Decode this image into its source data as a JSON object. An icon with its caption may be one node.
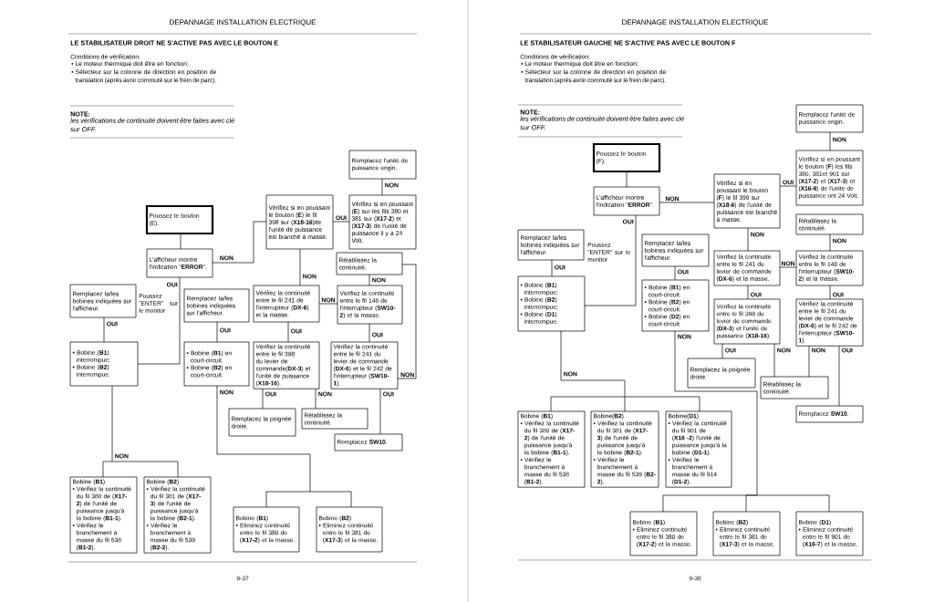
{
  "diagram": {
    "nodes": [
      {
        "text": [
          "Remplacez l'unité de puissance engin."
        ]
      },
      {
        "text": [
          "Vérifiez si en poussant le bouton (**E**) le fil 398 sur (**X18-16**)de l'unité de puissance est branché à masse."
        ]
      },
      {
        "text": [
          "Vérifiez si en poussant (**E**) sur les fils 380 et 381 sur (**X17-2**) et (**X17-3**) de l'unité de puissance il y a 24 Volt."
        ]
      },
      {
        "text": [
          "Poussez le bouton (E)."
        ]
      },
      {
        "text": [
          "L'afficheur montre l'indication \"**ERROR**\"."
        ]
      },
      {
        "text": [
          "Rétablissez la continuité."
        ]
      },
      {
        "text": [
          "Remplacez la/les bobines indiquées sur l'afficheur."
        ]
      },
      {
        "text": [
          "Vérifiez la continuité entre le fil 241 de l'interrupteur (**DX-6**) et la masse."
        ]
      },
      {
        "text": [
          "Vérifiez la continuité entre le fil 148 de l'interrupteur (**SW10-2**) et la masse."
        ]
      },
      {
        "text": [
          "Remplacez la/les bobines indiquées sur l'afficheur."
        ]
      },
      {
        "text": [
          "• Bobine (**B1**) interrompue;",
          "• Bobine (**B2**) interrompue."
        ]
      },
      {
        "text": [
          "• Bobine (**B1**) en court-circuit.",
          "• Bobine (**B2**) en court-circuit."
        ]
      },
      {
        "text": [
          "Vérifiez la continuité entre le fil 398 du levier de commande(**DX-3**) et l'unité de puissance (**X18-16**)."
        ]
      },
      {
        "text": [
          "Vérifiez la continuité entre le fil 241 du levier de commande (**DX-6**) et le fil 242 de l'interrupteur (**SW10-1**)."
        ]
      },
      {
        "text": [
          "Remplacez la poignée droite."
        ]
      },
      {
        "text": [
          "Rétablissez la continuité."
        ]
      },
      {
        "text": [
          "Remplacez **SW10**."
        ]
      },
      {
        "text": [
          "Bobine (**B1**)",
          "• Vérifiez la continuité du fil 380 de (**X17-2**) de l'unité de puissance jusqu'à la bobine (**B1-1**).",
          "• Vérifiez le branchement à masse du fil 538 (**B1-2**)."
        ]
      },
      {
        "text": [
          "Bobine (**B2**)",
          "• Vérifiez la continuité du fil 381 de (**X17-3**) de l'unité de puissance jusqu'à la bobine (**B2-1**).",
          "• Vérifiez le branchement à masse du fil 539 (**B2-2**)."
        ]
      },
      {
        "text": [
          "Bobine (**B1**)",
          "• Eliminez continuité entre le fil 380 de (**X17-2**) et la masse."
        ]
      },
      {
        "text": [
          "Bobine (**B2**)",
          "• Eliminez continuité entre le fil 381 de (**X17-3**) et la masse."
        ]
      },
      {
        "text": [
          "Remplacez l'unité de puissance engin."
        ]
      },
      {
        "text": [
          "Poussez le bouton (F)."
        ]
      },
      {
        "text": [
          "Vérifiez si en poussant le bouton (**F**) les fils 380, 381et 901 sur (**X17-2**) et (**X17-3**) et (**X16-8**) de l'unité de puissance ont 24 Volt."
        ]
      },
      {
        "text": [
          "Vérifiez si en poussant le bouton (**F**) le fil 399 sur (**X18-6**) de l'unité de puissance est branché à masse."
        ]
      },
      {
        "text": [
          "L'afficheur montre l'indication \"**ERROR**\"."
        ]
      },
      {
        "text": [
          "Rétablissez la continuité."
        ]
      },
      {
        "text": [
          "Remplacez la/les bobines indiquées sur l'afficheur."
        ]
      },
      {
        "text": [
          "Remplacez la/les bobines indiquées sur l'afficheur."
        ]
      },
      {
        "text": [
          "Vérifiez la continuité entre le fil 241 du levier de commande (**DX-6**) et la masse."
        ]
      },
      {
        "text": [
          "Vérifiez la continuité entre le fil 148 de l'interrupteur (**SW10-2**) et la masse."
        ]
      },
      {
        "text": [
          "• Bobine (**B1**) interrompue;",
          "• Bobine (**B2**) interrompue;",
          "• Bobine (**D1**) interrompue."
        ]
      },
      {
        "text": [
          "• Bobine (**B1**) en court-circuit.",
          "• Bobine (**B2**) en court-circuit.",
          "• Bobine (**D2**) en court-circuit."
        ]
      },
      {
        "text": [
          "Vérifiez la continuité entre le fil 398 du levier de commande (**DX-3**) et l'unité de puissance (**X18-16**)."
        ]
      },
      {
        "text": [
          "Vérifiez la continuité entre le fil 241 du levier de commande (**DX-6**) et le fil 242 de l'interrupteur (**SW10-1**)."
        ]
      },
      {
        "text": [
          "Remplacez la poignée droite."
        ]
      },
      {
        "text": [
          "Rétablissez la continuité."
        ]
      },
      {
        "text": [
          "Remplacez **SW10**."
        ]
      },
      {
        "text": [
          "Bobine (**B1**)",
          "• Vérifiez la continuité du fil 380 de (**X17-2**) de l'unité de puissance jusqu'à la bobine (**B1-1**).",
          "• Vérifiez le branchement à masse du fil 538 (**B1-2**)."
        ]
      },
      {
        "text": [
          "Bobine(**B2**)",
          "• Vérifiez la continuité du fil 381 de (**X17-3**) de l'unité de puissance jusqu'à la bobine (**B2-1**).",
          "• Vérifiez le branchement à masse du fil 539 (**B2-2**)."
        ]
      },
      {
        "text": [
          "Bobine(**D1**)",
          "• Vérifiez la continuité du fil 901 de (**X16 -2**) l'unité de puissance jusqu'à la bobine (**D1-1**).",
          "• Vérifiez le branchement à masse du fil 914 (**D1-2**)."
        ]
      },
      {
        "text": [
          "Bobine (**B1**)",
          "• Eliminez continuité entre le fil 380 de (**X17-2**) et la masse."
        ]
      },
      {
        "text": [
          "Bobine (**B2**)",
          "• Eliminez continuité entre le fil 381 de (**X17-3**) et la masse."
        ]
      },
      {
        "text": [
          "Bobine (**D1**)",
          "• Eliminez continuité entre le fil 901 de (**X16-7**) et la masse."
        ]
      }
    ],
    "edges": [
      {
        "from": 2,
        "to": 0,
        "arrow": "none",
        "label": "NON"
      },
      {
        "from": 1,
        "to": 2,
        "arrow": "none",
        "label": "OUI"
      },
      {
        "from": 3,
        "to": 4,
        "arrow": "none"
      },
      {
        "from": 4,
        "to": 1,
        "arrow": "none",
        "label": "NON"
      },
      {
        "from": 4,
        "to": 10,
        "arrow": "none",
        "label": "OUI"
      },
      {
        "from": 10,
        "to": 6,
        "arrow": "none",
        "label": "OUI"
      },
      {
        "from": 10,
        "to": 17,
        "arrow": "none",
        "label": "NON"
      },
      {
        "from": 10,
        "to": 18,
        "arrow": "none"
      },
      {
        "from": 11,
        "to": 9,
        "arrow": "none",
        "label": "OUI"
      },
      {
        "from": 11,
        "to": 19,
        "arrow": "none",
        "label": "NON"
      },
      {
        "from": 11,
        "to": 20,
        "arrow": "none"
      },
      {
        "from": 1,
        "to": 7,
        "arrow": "none",
        "label": "NON"
      },
      {
        "from": 7,
        "to": 8,
        "arrow": "none",
        "label": "NON"
      },
      {
        "from": 8,
        "to": 5,
        "arrow": "none",
        "label": "NON"
      },
      {
        "from": 7,
        "to": 12,
        "arrow": "none",
        "label": "OUI"
      },
      {
        "from": 8,
        "to": 13,
        "arrow": "none",
        "label": "OUI"
      },
      {
        "from": 12,
        "to": 14,
        "arrow": "none",
        "label": "OUI"
      },
      {
        "from": 12,
        "to": 15,
        "arrow": "none",
        "label": "NON"
      },
      {
        "from": 13,
        "to": 16,
        "arrow": "none",
        "label": "OUI"
      },
      {
        "from": 13,
        "to": 5,
        "arrow": "none",
        "label": "NON"
      },
      {
        "from": 23,
        "to": 21,
        "arrow": "none",
        "label": "NON"
      },
      {
        "from": 24,
        "to": 23,
        "arrow": "none",
        "label": "OUI"
      },
      {
        "from": 22,
        "to": 25,
        "arrow": "none"
      },
      {
        "from": 25,
        "to": 24,
        "arrow": "none",
        "label": "NON"
      },
      {
        "from": 25,
        "to": 31,
        "arrow": "none",
        "label": "OUI"
      },
      {
        "from": 31,
        "to": 27,
        "arrow": "none",
        "label": "OUI"
      },
      {
        "from": 31,
        "to": 38,
        "arrow": "none",
        "label": "NON"
      },
      {
        "from": 31,
        "to": 39,
        "arrow": "none"
      },
      {
        "from": 31,
        "to": 40,
        "arrow": "none"
      },
      {
        "from": 32,
        "to": 28,
        "arrow": "none",
        "label": "OUI"
      },
      {
        "from": 32,
        "to": 41,
        "arrow": "none",
        "label": "NON"
      },
      {
        "from": 32,
        "to": 42,
        "arrow": "none"
      },
      {
        "from": 32,
        "to": 43,
        "arrow": "none"
      },
      {
        "from": 24,
        "to": 29,
        "arrow": "none",
        "label": "NON"
      },
      {
        "from": 29,
        "to": 30,
        "arrow": "none",
        "label": "NON"
      },
      {
        "from": 30,
        "to": 26,
        "arrow": "none",
        "label": "NON"
      },
      {
        "from": 29,
        "to": 33,
        "arrow": "none",
        "label": "OUI"
      },
      {
        "from": 30,
        "to": 34,
        "arrow": "none",
        "label": "OUI"
      },
      {
        "from": 33,
        "to": 35,
        "arrow": "none",
        "label": "OUI"
      },
      {
        "from": 33,
        "to": 36,
        "arrow": "none",
        "label": "NON"
      },
      {
        "from": 34,
        "to": 36,
        "arrow": "none",
        "label": "NON"
      },
      {
        "from": 34,
        "to": 37,
        "arrow": "none",
        "label": "OUI"
      }
    ],
    "labels": [
      "DEPANNAGE INSTALLATION ELECTRIQUE",
      "LE STABILISATEUR DROIT NE S'ACTIVE PAS AVEC LE BOUTON E",
      "Conditions de vérification:",
      "• Le moteur thermique doit être en fonction;",
      "• Sélecteur sur la colonne de direction en position de translation (après avoir commuté sur le frein de parc).",
      "NOTE:",
      "les vérifications de continuité doivent être faites avec clé sur OFF.",
      "Poussez \"ENTER\" sur le monitor",
      "9-37",
      "DEPANNAGE INSTALLATION ELECTRIQUE",
      "LE STABILISATEUR GAUCHE NE S'ACTIVE PAS AVEC LE BOUTON F",
      "Conditions de vérification:",
      "• Le moteur thermique doit être en fonction;",
      "• Sélecteur sur la colonne de direction en position de translation (après avoir commuté sur le frein de parc).",
      "NOTE:",
      "les vérifications de continuité doivent être faites avec clé sur OFF.",
      "Poussez \"ENTER\" sur le monitor",
      "9-38"
    ]
  }
}
